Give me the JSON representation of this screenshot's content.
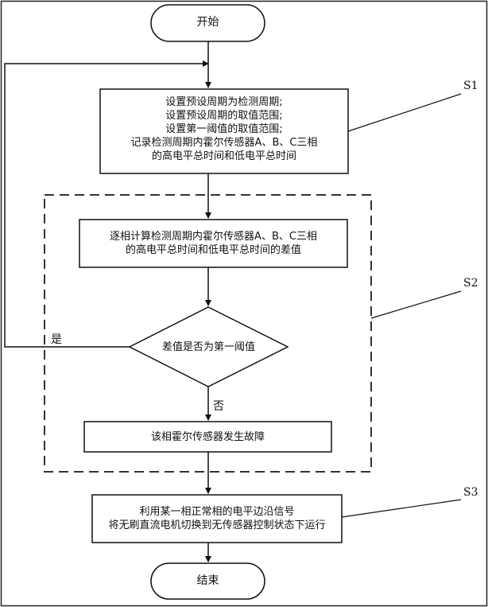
{
  "start": {
    "label": "开始"
  },
  "s1": {
    "lines": [
      "设置预设周期为检测周期;",
      "设置预设周期的取值范围;",
      "设置第一阈值的取值范围;",
      "记录检测周期内霍尔传感器A、B、C三相",
      "的高电平总时间和低电平总时间"
    ],
    "tag": "S1"
  },
  "s2": {
    "calc_lines": [
      "逐相计算检测周期内霍尔传感器A、B、C三相",
      "的高电平总时间和低电平总时间的差值"
    ],
    "decision": "差值是否为第一阈值",
    "yes": "是",
    "no": "否",
    "fault": "该相霍尔传感器发生故障",
    "tag": "S2"
  },
  "s3": {
    "lines": [
      "利用某一相正常相的电平边沿信号",
      "将无刷直流电机切换到无传感器控制状态下运行"
    ],
    "tag": "S3"
  },
  "end": {
    "label": "结束"
  }
}
